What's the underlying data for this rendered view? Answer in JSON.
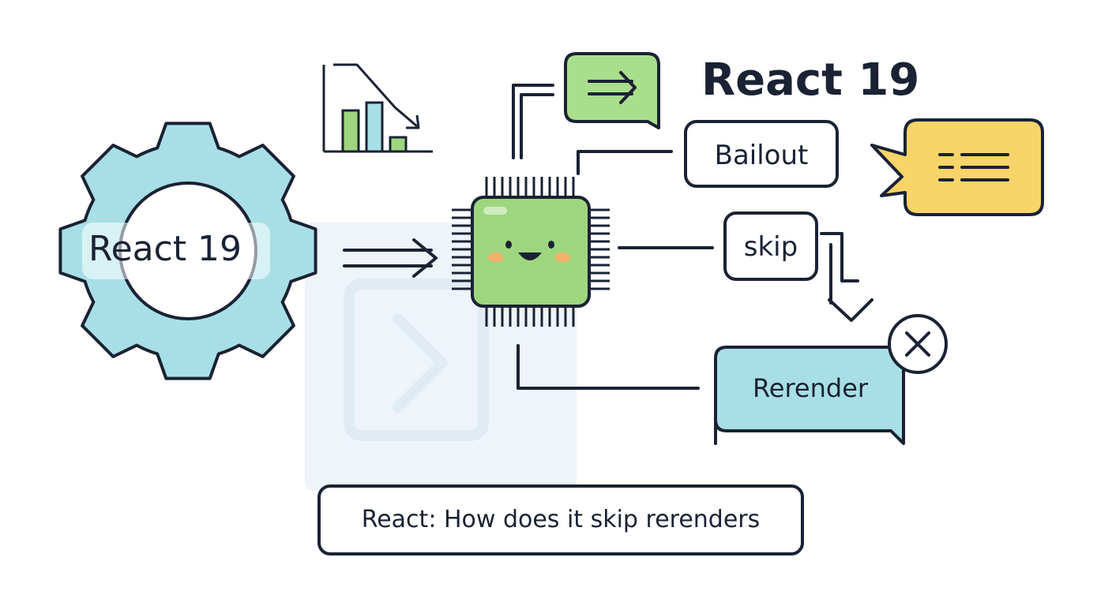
{
  "diagram": {
    "title": "React 19",
    "gear_label": "React 19",
    "nodes": {
      "bailout": "Bailout",
      "skip": "skip",
      "rerender": "Rerender"
    },
    "caption": "React: How does it skip rerenders"
  },
  "colors": {
    "outline": "#1a2233",
    "gear_fill": "#a8dfe6",
    "chip_fill": "#9ed67f",
    "arrow_bubble_fill": "#a9de8c",
    "note_bubble_fill": "#f9d468",
    "rerender_fill": "#a8dfe6",
    "background_panel": "#eef4fa",
    "bar_green": "#9ed67f",
    "bar_blue": "#a8dfe6",
    "cheek": "#f4b16a"
  },
  "icons": [
    "gear-icon",
    "bar-chart-icon",
    "arrow-right-icon",
    "chip-icon",
    "note-bubble-icon",
    "close-icon",
    "play-icon"
  ]
}
